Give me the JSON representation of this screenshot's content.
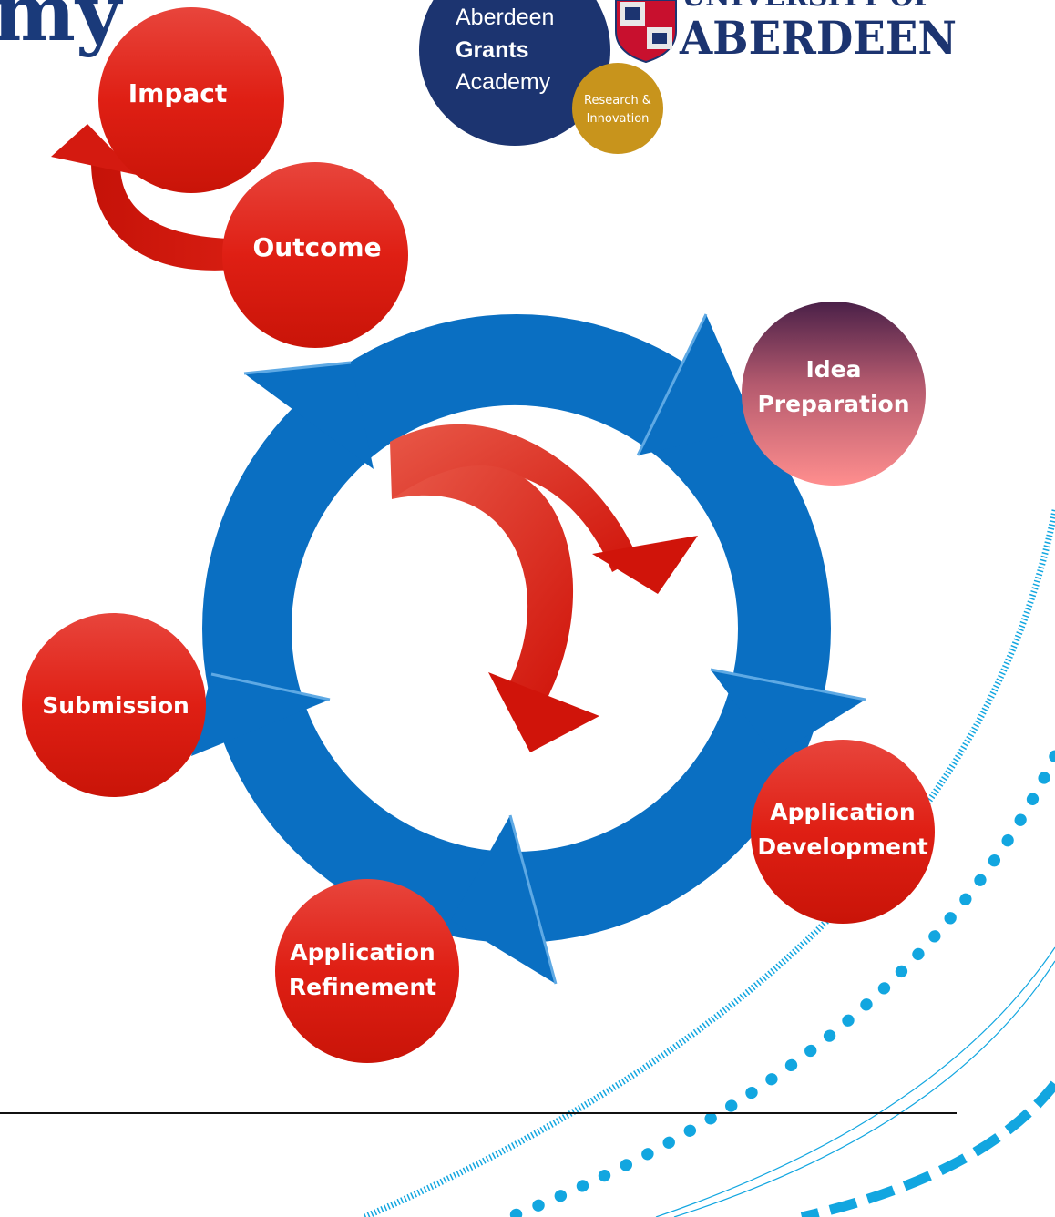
{
  "title_fragment": "my",
  "academy_logo": {
    "line1": "Aberdeen",
    "line2": "Grants",
    "line3": "Academy",
    "badge": "Research & Innovation",
    "badge_line1": "Research &",
    "badge_line2": "Innovation",
    "navy": "#1c3470",
    "gold": "#c8941c"
  },
  "university_logo": {
    "top_line": "UNIVERSITY OF",
    "name": "ABERDEEN",
    "color": "#1c3470"
  },
  "cycle": {
    "stages": [
      {
        "id": "idea",
        "line1": "Idea",
        "line2": "Preparation",
        "style": "purple"
      },
      {
        "id": "development",
        "line1": "Application",
        "line2": "Development",
        "style": "red"
      },
      {
        "id": "refinement",
        "line1": "Application",
        "line2": "Refinement",
        "style": "red"
      },
      {
        "id": "submission",
        "line1": "Submission",
        "line2": "",
        "style": "red"
      }
    ],
    "ring_color": "#0a6fc2"
  },
  "outcome_chain": {
    "outcome": "Outcome",
    "impact": "Impact",
    "arrow_color": "#d81e12"
  },
  "colors": {
    "red_top": "#e8453c",
    "red_bottom": "#cc1408",
    "purple_top": "#5a2750",
    "purple_bottom": "#ff8a8a",
    "decor_blue": "#12a6e0"
  }
}
